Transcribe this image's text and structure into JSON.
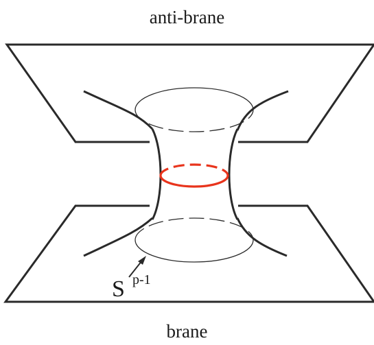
{
  "labels": {
    "top": "anti-brane",
    "bottom": "brane",
    "sphere_symbol": "S",
    "sphere_superscript": "p-1"
  },
  "colors": {
    "line": "#2a2a2a",
    "highlight": "#e8341c",
    "background": "#ffffff"
  }
}
